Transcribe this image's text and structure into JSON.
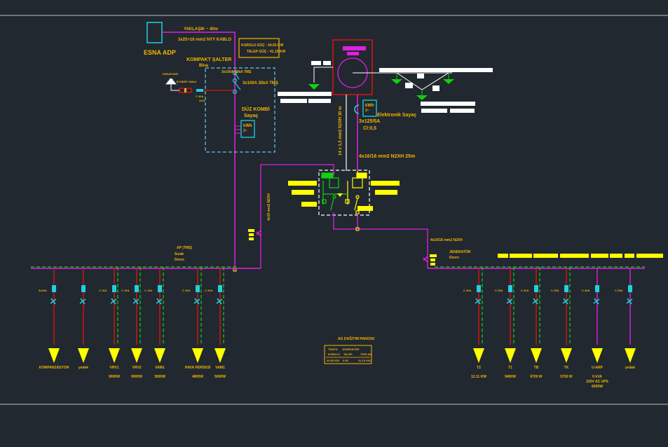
{
  "colors": {
    "background": "#212830",
    "frame_line": "#8a8d90",
    "label": "#f5b400",
    "magenta": "#e020e0",
    "red": "#e01010",
    "green": "#10d010",
    "cyan": "#20d0e0",
    "yellow": "#ffff00",
    "white": "#ffffff"
  },
  "top": {
    "meter_panel_label": "ESNA ADP",
    "cable_length": "YAKLAŞIK ~ 40m",
    "cable_spec": "3x25+16 mm2 NYY KABLO",
    "power_box_line1": "KURULU GÜÇ : 44.55 KW",
    "power_box_line2": "TALEP GÜÇ : 41.10 KW",
    "main_panel_title": "KOMPAKT ŞALTER",
    "main_panel_subtitle": "Bina",
    "breaker1": "3x100A 35kA TMŞ",
    "breaker2": "3x100A 35kA TMŞ",
    "surge_label": "PARAFUDR",
    "surge_sub": "B SINIFI 100kA",
    "fuse_label": "C 40A",
    "fuse_sub": "AG5",
    "meter_title": "DÜZ KOMBİ",
    "meter_sub": "Sayaç",
    "meter_kwh": "kWh",
    "meter_phase": "3~",
    "elec_meter_label": "Elektronik Sayaç",
    "ct_label": "3x125/5A",
    "ct_class": "Cl:0,5",
    "vertical_cable": "14 x 1,5 mm2 N2XH 30 m",
    "ats_cable": "4x16/16 mm2 N2XH 25m"
  },
  "left_bus": {
    "label": "AP (TMŞ)",
    "sub1": "Sıcak",
    "sub2": "Devre",
    "riser_cable": "4x10 mm2 N2XH",
    "feeders": [
      {
        "id": "f1",
        "name": "KOMPANZASYON",
        "power": "",
        "breaker": "3x40A",
        "color": "red"
      },
      {
        "id": "f2",
        "name": "yedek",
        "power": "",
        "breaker": "",
        "color": "red"
      },
      {
        "id": "f3",
        "name": "VRV1",
        "power": "9000W",
        "breaker": "C 16A",
        "color": "red"
      },
      {
        "id": "f4",
        "name": "VRV2",
        "power": "9000W",
        "breaker": "C 16A",
        "color": "red"
      },
      {
        "id": "f5",
        "name": "VAM1",
        "power": "3000W",
        "breaker": "C 16A",
        "color": "red"
      },
      {
        "id": "f6",
        "name": "HAVA PERDESİ",
        "power": "4800W",
        "breaker": "C 20A",
        "color": "red"
      },
      {
        "id": "f7",
        "name": "VAM1",
        "power": "5000W",
        "breaker": "C 20A",
        "color": "red"
      }
    ]
  },
  "right_bus": {
    "cable": "4x10/16 mm2 N2XH",
    "label1": "JENERATÖR",
    "label2": "Devre",
    "feeders": [
      {
        "id": "r1",
        "name": "T2",
        "power": "12.11 KW",
        "breaker": "C 40A",
        "color": "red"
      },
      {
        "id": "r2",
        "name": "T1",
        "power": "9400W",
        "breaker": "C 25A",
        "color": "red"
      },
      {
        "id": "r3",
        "name": "TB",
        "power": "6700 W",
        "breaker": "C 32A",
        "color": "red"
      },
      {
        "id": "r4",
        "name": "TK",
        "power": "5750 W",
        "breaker": "C 25A",
        "color": "red"
      },
      {
        "id": "r5",
        "name": "U-ARP",
        "power": "6 kVA",
        "power2": "220V AC UPS",
        "power3": "6000W",
        "breaker": "C 40A",
        "color": "magenta"
      },
      {
        "id": "r6",
        "name": "yedek",
        "power": "",
        "breaker": "C 25A",
        "color": "magenta"
      }
    ]
  },
  "legend_box": {
    "title": "AG DAĞITIM PANOSU",
    "row1_col1": "TRAFO",
    "row1_col2": "JENERATÖR",
    "row2_col1": "KURULU",
    "row2_col2": "TALEP",
    "row2_col3": "TOPLAM",
    "row3_col1": "44.55 KW",
    "row3_col2": "0.92",
    "row3_col3": "41.10 KW"
  }
}
